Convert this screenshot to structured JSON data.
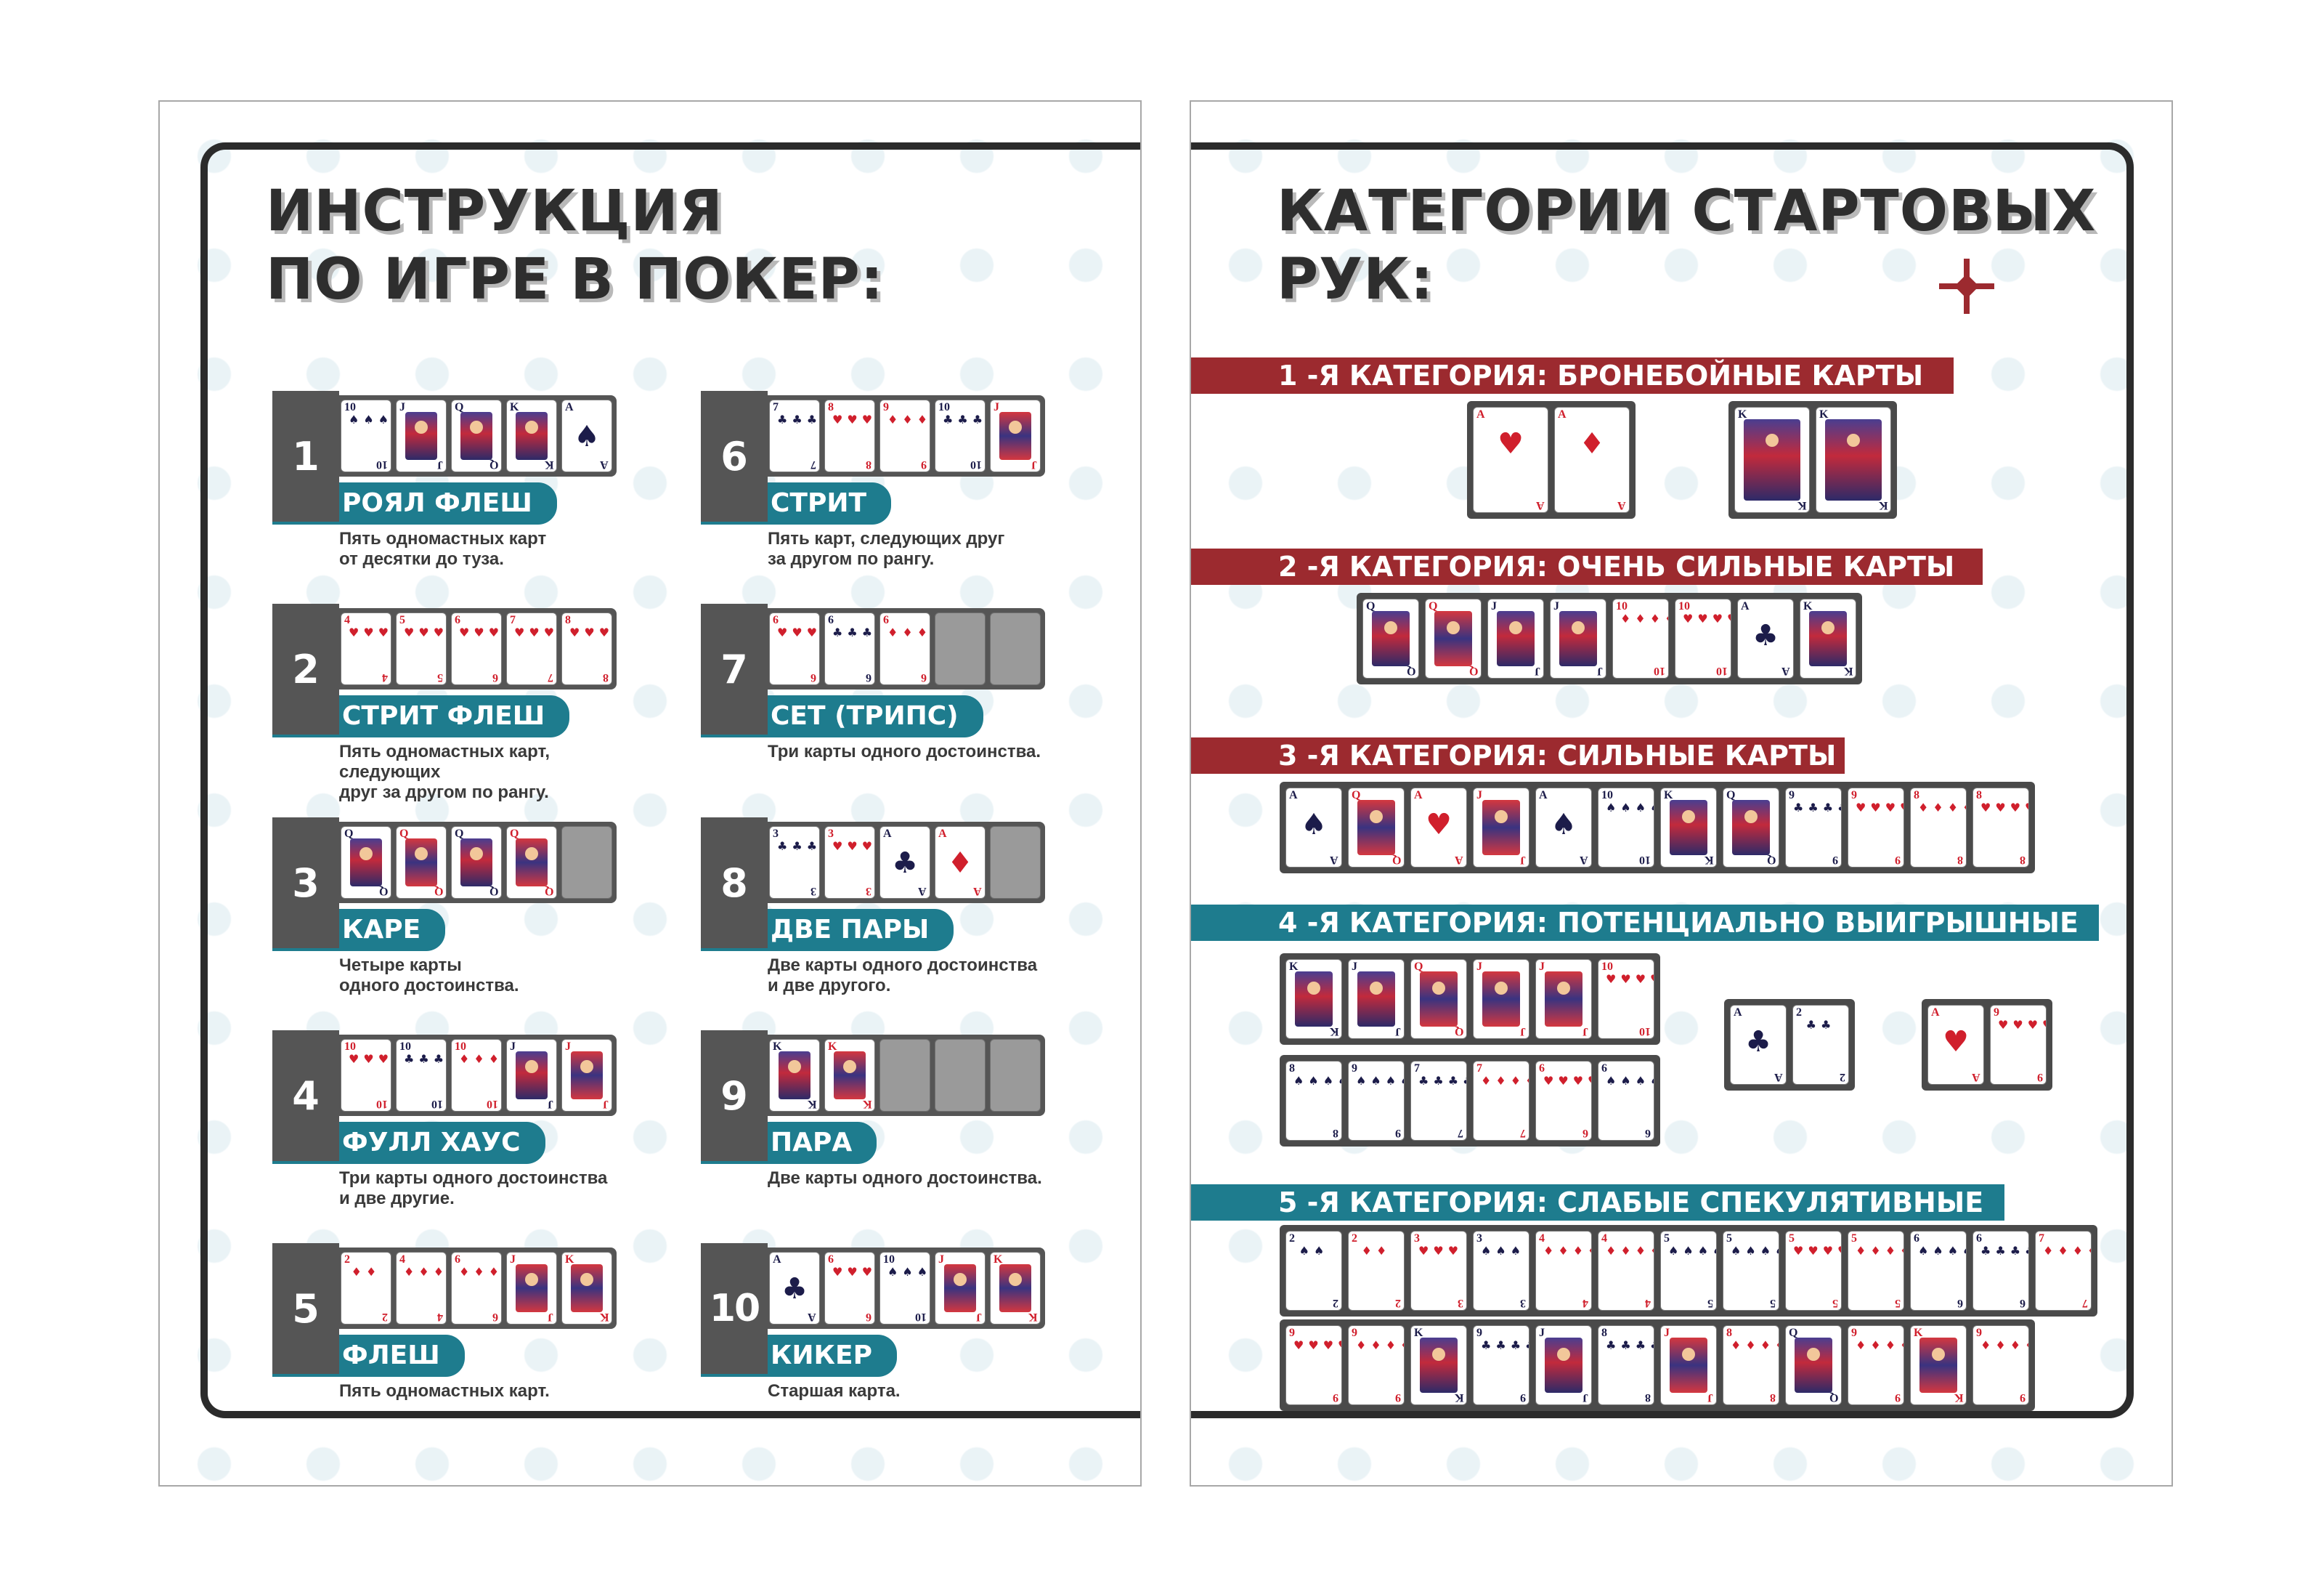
{
  "left_sheet": {
    "title": "ИНСТРУКЦИЯ\nПО ИГРЕ В ПОКЕР:",
    "hands": [
      {
        "num": "1",
        "name": "РОЯЛ ФЛЕШ",
        "desc": "Пять одномастных карт\nот десятки до туза.",
        "cards": [
          {
            "r": "10",
            "s": "♠"
          },
          {
            "r": "J",
            "s": "♠",
            "face": true
          },
          {
            "r": "Q",
            "s": "♠",
            "face": true
          },
          {
            "r": "K",
            "s": "♠",
            "face": true
          },
          {
            "r": "A",
            "s": "♠"
          }
        ]
      },
      {
        "num": "2",
        "name": "СТРИТ ФЛЕШ",
        "desc": "Пять одномастных карт, следующих\nдруг за другом по рангу.",
        "cards": [
          {
            "r": "4",
            "s": "♥"
          },
          {
            "r": "5",
            "s": "♥"
          },
          {
            "r": "6",
            "s": "♥"
          },
          {
            "r": "7",
            "s": "♥"
          },
          {
            "r": "8",
            "s": "♥"
          }
        ]
      },
      {
        "num": "3",
        "name": "КАРЕ",
        "desc": "Четыре карты\nодного достоинства.",
        "cards": [
          {
            "r": "Q",
            "s": "♠",
            "face": true
          },
          {
            "r": "Q",
            "s": "♥",
            "face": true
          },
          {
            "r": "Q",
            "s": "♣",
            "face": true
          },
          {
            "r": "Q",
            "s": "♦",
            "face": true
          },
          {
            "blank": true
          }
        ]
      },
      {
        "num": "4",
        "name": "ФУЛЛ ХАУС",
        "desc": "Три карты одного достоинства\nи две другие.",
        "cards": [
          {
            "r": "10",
            "s": "♥"
          },
          {
            "r": "10",
            "s": "♣"
          },
          {
            "r": "10",
            "s": "♦"
          },
          {
            "r": "J",
            "s": "♠",
            "face": true
          },
          {
            "r": "J",
            "s": "♥",
            "face": true
          }
        ]
      },
      {
        "num": "5",
        "name": "ФЛЕШ",
        "desc": "Пять одномастных карт.",
        "cards": [
          {
            "r": "2",
            "s": "♦"
          },
          {
            "r": "4",
            "s": "♦"
          },
          {
            "r": "6",
            "s": "♦"
          },
          {
            "r": "J",
            "s": "♦",
            "face": true
          },
          {
            "r": "K",
            "s": "♦",
            "face": true
          }
        ]
      },
      {
        "num": "6",
        "name": "СТРИТ",
        "desc": "Пять карт, следующих друг\nза другом по рангу.",
        "cards": [
          {
            "r": "7",
            "s": "♣"
          },
          {
            "r": "8",
            "s": "♥"
          },
          {
            "r": "9",
            "s": "♦"
          },
          {
            "r": "10",
            "s": "♣"
          },
          {
            "r": "J",
            "s": "♥",
            "face": true
          }
        ]
      },
      {
        "num": "7",
        "name": "СЕТ (ТРИПС)",
        "desc": "Три карты одного достоинства.",
        "cards": [
          {
            "r": "6",
            "s": "♥"
          },
          {
            "r": "6",
            "s": "♣"
          },
          {
            "r": "6",
            "s": "♦"
          },
          {
            "blank": true
          },
          {
            "blank": true
          }
        ]
      },
      {
        "num": "8",
        "name": "ДВЕ ПАРЫ",
        "desc": "Две карты одного достоинства\nи две другого.",
        "cards": [
          {
            "r": "3",
            "s": "♣"
          },
          {
            "r": "3",
            "s": "♥"
          },
          {
            "r": "A",
            "s": "♣"
          },
          {
            "r": "A",
            "s": "♦"
          },
          {
            "blank": true
          }
        ]
      },
      {
        "num": "9",
        "name": "ПАРА",
        "desc": "Две карты одного достоинства.",
        "cards": [
          {
            "r": "K",
            "s": "♠",
            "face": true
          },
          {
            "r": "K",
            "s": "♥",
            "face": true
          },
          {
            "blank": true
          },
          {
            "blank": true
          },
          {
            "blank": true
          }
        ]
      },
      {
        "num": "10",
        "name": "КИКЕР",
        "desc": "Старшая карта.",
        "cards": [
          {
            "r": "A",
            "s": "♣"
          },
          {
            "r": "6",
            "s": "♥"
          },
          {
            "r": "10",
            "s": "♠"
          },
          {
            "r": "J",
            "s": "♦",
            "face": true
          },
          {
            "r": "K",
            "s": "♥",
            "face": true
          }
        ]
      }
    ]
  },
  "right_sheet": {
    "title": "КАТЕГОРИИ СТАРТОВЫХ\nРУК:",
    "categories": [
      {
        "label": "1 -Я КАТЕГОРИЯ: БРОНЕБОЙНЫЕ КАРТЫ",
        "color": "#9c2a2f",
        "groups": [
          [
            {
              "r": "A",
              "s": "♥"
            },
            {
              "r": "A",
              "s": "♦"
            }
          ],
          [
            {
              "r": "K",
              "s": "♠",
              "face": true
            },
            {
              "r": "K",
              "s": "♣",
              "face": true
            }
          ]
        ]
      },
      {
        "label": "2 -Я КАТЕГОРИЯ: ОЧЕНЬ СИЛЬНЫЕ КАРТЫ",
        "color": "#9c2a2f",
        "groups": [
          [
            {
              "r": "Q",
              "s": "♠",
              "face": true
            },
            {
              "r": "Q",
              "s": "♥",
              "face": true
            },
            {
              "r": "J",
              "s": "♠",
              "face": true
            },
            {
              "r": "J",
              "s": "♣",
              "face": true
            },
            {
              "r": "10",
              "s": "♦"
            },
            {
              "r": "10",
              "s": "♥"
            },
            {
              "r": "A",
              "s": "♣"
            },
            {
              "r": "K",
              "s": "♣",
              "face": true
            }
          ]
        ]
      },
      {
        "label": "3 -Я КАТЕГОРИЯ: СИЛЬНЫЕ КАРТЫ",
        "color": "#9c2a2f",
        "groups": [
          [
            {
              "r": "A",
              "s": "♠"
            },
            {
              "r": "Q",
              "s": "♥",
              "face": true
            },
            {
              "r": "A",
              "s": "♥"
            },
            {
              "r": "J",
              "s": "♥",
              "face": true
            },
            {
              "r": "A",
              "s": "♠"
            },
            {
              "r": "10",
              "s": "♠"
            },
            {
              "r": "K",
              "s": "♠",
              "face": true
            },
            {
              "r": "Q",
              "s": "♠",
              "face": true
            },
            {
              "r": "9",
              "s": "♣"
            },
            {
              "r": "9",
              "s": "♥"
            },
            {
              "r": "8",
              "s": "♦"
            },
            {
              "r": "8",
              "s": "♥"
            }
          ]
        ]
      },
      {
        "label": "4 -Я КАТЕГОРИЯ: ПОТЕНЦИАЛЬНО ВЫИГРЫШНЫЕ",
        "color": "#1e7c8e",
        "groups": [
          [
            {
              "r": "K",
              "s": "♠",
              "face": true
            },
            {
              "r": "J",
              "s": "♠",
              "face": true
            },
            {
              "r": "Q",
              "s": "♥",
              "face": true
            },
            {
              "r": "J",
              "s": "♥",
              "face": true
            },
            {
              "r": "J",
              "s": "♥",
              "face": true
            },
            {
              "r": "10",
              "s": "♥"
            }
          ],
          [
            {
              "r": "8",
              "s": "♠"
            },
            {
              "r": "9",
              "s": "♠"
            },
            {
              "r": "7",
              "s": "♣"
            },
            {
              "r": "7",
              "s": "♦"
            },
            {
              "r": "6",
              "s": "♥"
            },
            {
              "r": "6",
              "s": "♠"
            }
          ],
          [
            {
              "r": "A",
              "s": "♣"
            },
            {
              "r": "2",
              "s": "♣"
            }
          ],
          [
            {
              "r": "A",
              "s": "♥"
            },
            {
              "r": "9",
              "s": "♥"
            }
          ]
        ]
      },
      {
        "label": "5 -Я КАТЕГОРИЯ: СЛАБЫЕ СПЕКУЛЯТИВНЫЕ",
        "color": "#1e7c8e",
        "groups": [
          [
            {
              "r": "2",
              "s": "♠"
            },
            {
              "r": "2",
              "s": "♦"
            },
            {
              "r": "3",
              "s": "♥"
            },
            {
              "r": "3",
              "s": "♠"
            },
            {
              "r": "4",
              "s": "♦"
            },
            {
              "r": "4",
              "s": "♦"
            },
            {
              "r": "5",
              "s": "♠"
            },
            {
              "r": "5",
              "s": "♠"
            },
            {
              "r": "5",
              "s": "♥"
            },
            {
              "r": "5",
              "s": "♦"
            },
            {
              "r": "6",
              "s": "♠"
            },
            {
              "r": "6",
              "s": "♣"
            },
            {
              "r": "7",
              "s": "♦"
            }
          ],
          [
            {
              "r": "9",
              "s": "♥"
            },
            {
              "r": "9",
              "s": "♦"
            },
            {
              "r": "K",
              "s": "♠",
              "face": true
            },
            {
              "r": "9",
              "s": "♣"
            },
            {
              "r": "J",
              "s": "♠",
              "face": true
            },
            {
              "r": "8",
              "s": "♣"
            },
            {
              "r": "J",
              "s": "♥",
              "face": true
            },
            {
              "r": "8",
              "s": "♦"
            },
            {
              "r": "Q",
              "s": "♠",
              "face": true
            },
            {
              "r": "9",
              "s": "♦"
            },
            {
              "r": "K",
              "s": "♥",
              "face": true
            },
            {
              "r": "9",
              "s": "♦"
            }
          ]
        ]
      }
    ]
  }
}
